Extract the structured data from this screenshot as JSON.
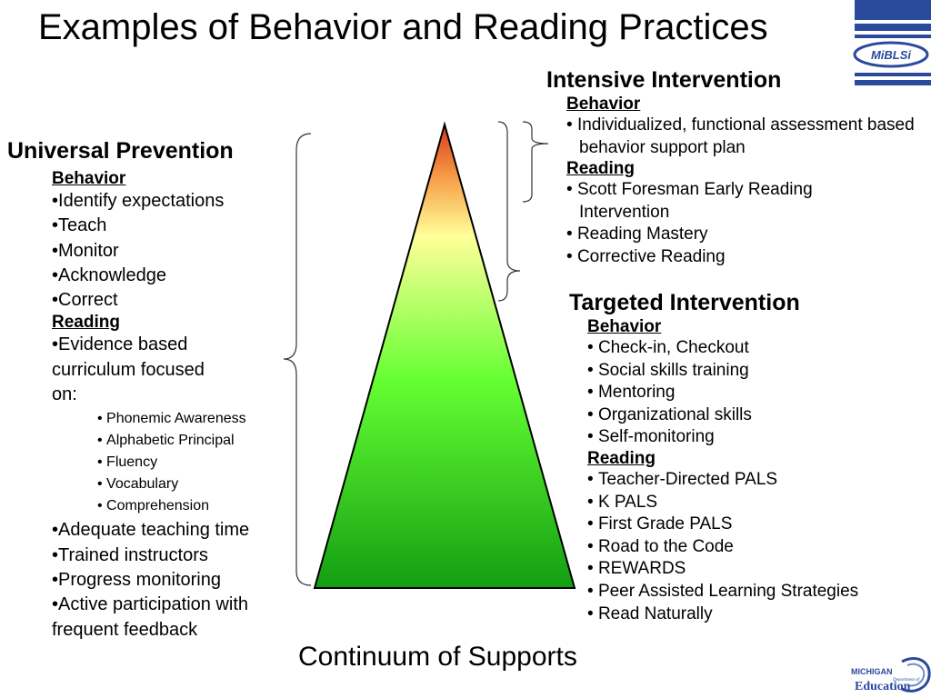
{
  "title": "Examples of Behavior and Reading Practices",
  "footer": "Continuum of Supports",
  "universal": {
    "heading": "Universal Prevention",
    "behavior_label": "Behavior",
    "behavior_items": [
      "Identify expectations",
      "Teach",
      "Monitor",
      "Acknowledge",
      "Correct"
    ],
    "reading_label": "Reading",
    "reading_intro": "Evidence based curriculum focused on:",
    "reading_subitems": [
      "Phonemic Awareness",
      "Alphabetic Principal",
      "Fluency",
      "Vocabulary",
      "Comprehension"
    ],
    "reading_items": [
      "Adequate teaching time",
      "Trained instructors",
      "Progress monitoring",
      "Active participation with frequent feedback"
    ]
  },
  "intensive": {
    "heading": "Intensive Intervention",
    "behavior_label": "Behavior",
    "behavior_items": [
      "Individualized, functional assessment based behavior support plan"
    ],
    "reading_label": "Reading",
    "reading_items": [
      "Scott Foresman Early Reading Intervention",
      "Reading Mastery",
      "Corrective Reading"
    ]
  },
  "targeted": {
    "heading": "Targeted Intervention",
    "behavior_label": "Behavior",
    "behavior_items": [
      "Check-in, Checkout",
      "Social skills training",
      "Mentoring",
      "Organizational skills",
      "Self-monitoring"
    ],
    "reading_label": "Reading",
    "reading_items": [
      "Teacher-Directed PALS",
      "K PALS",
      "First Grade PALS",
      "Road to the Code",
      "REWARDS",
      "Peer Assisted Learning Strategies",
      "Read Naturally"
    ]
  },
  "logos": {
    "mibl": "MiBLSi",
    "mde_line1": "MICHIGAN",
    "mde_line2": "Department of",
    "mde_line3": "Education"
  },
  "colors": {
    "apex": "#d93a1c",
    "band": "#ffff99",
    "middle": "#66ff33",
    "base": "#129e12",
    "logo_blue": "#2b4a9c"
  }
}
